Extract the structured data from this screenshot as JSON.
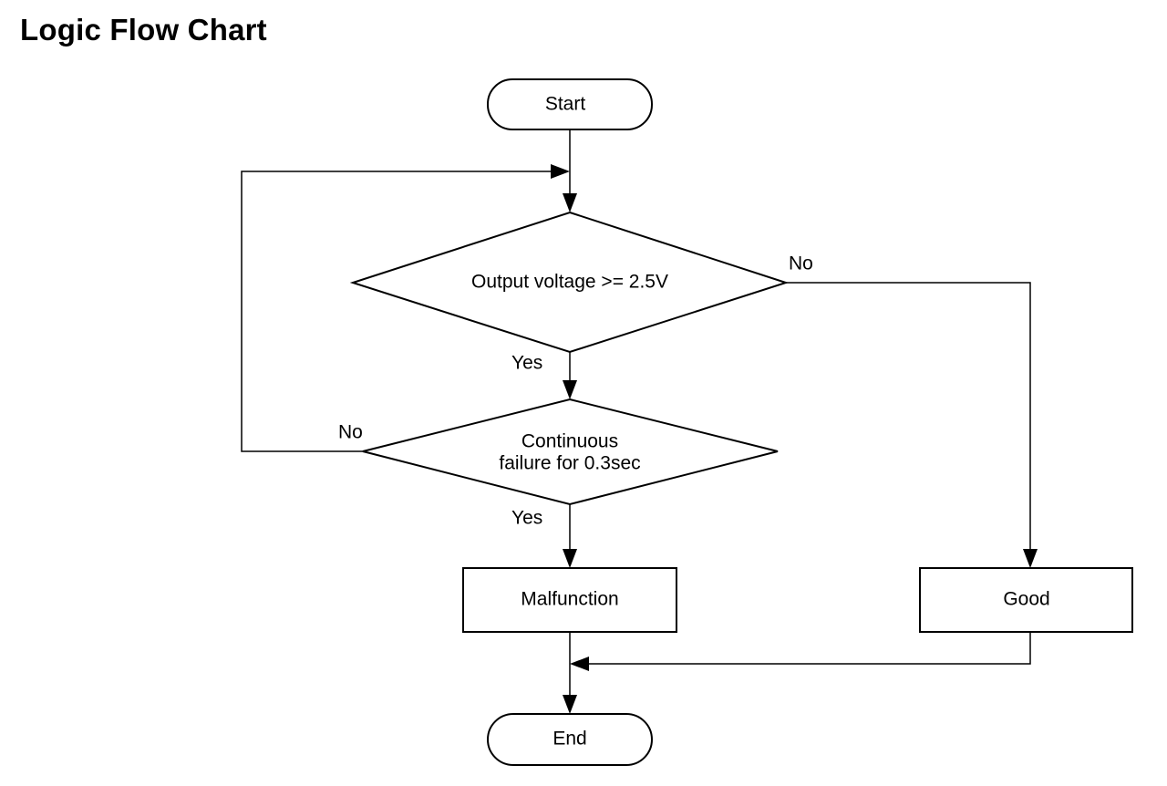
{
  "title": "Logic Flow Chart",
  "nodes": {
    "start": "Start",
    "decision_voltage": "Output voltage >= 2.5V",
    "decision_continuous_line1": "Continuous",
    "decision_continuous_line2": "failure for 0.3sec",
    "malfunction": "Malfunction",
    "good": "Good",
    "end": "End"
  },
  "edges": {
    "voltage_no": "No",
    "voltage_yes": "Yes",
    "continuous_no": "No",
    "continuous_yes": "Yes"
  }
}
